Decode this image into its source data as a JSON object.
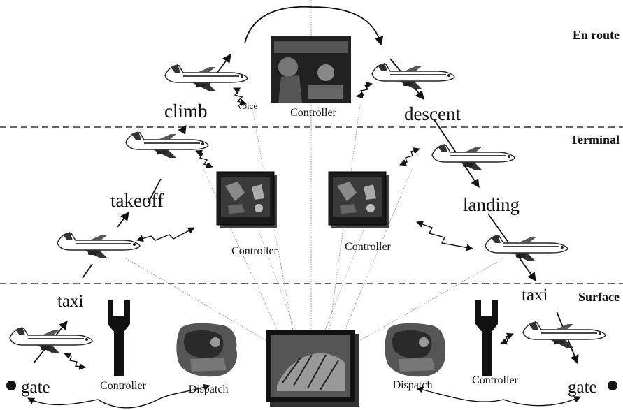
{
  "regions": {
    "enroute": "En route",
    "terminal": "Terminal",
    "surface": "Surface"
  },
  "phases": {
    "climb": "climb",
    "descent": "descent",
    "takeoff": "takeoff",
    "landing": "landing",
    "taxi_left": "taxi",
    "taxi_right": "taxi",
    "gate_left": "gate",
    "gate_right": "gate"
  },
  "labels": {
    "voice": "voice",
    "controller_enroute": "Controller",
    "controller_terminal_left": "Controller",
    "controller_terminal_right": "Controller",
    "controller_surface_left": "Controller",
    "controller_surface_right": "Controller",
    "dispatch_left": "Dispatch",
    "dispatch_right": "Dispatch"
  },
  "icons": {
    "aircraft": "airplane-icon",
    "tower": "control-tower-icon",
    "radar": "radar-console-icon",
    "photo": "dispatch-photo-icon"
  }
}
